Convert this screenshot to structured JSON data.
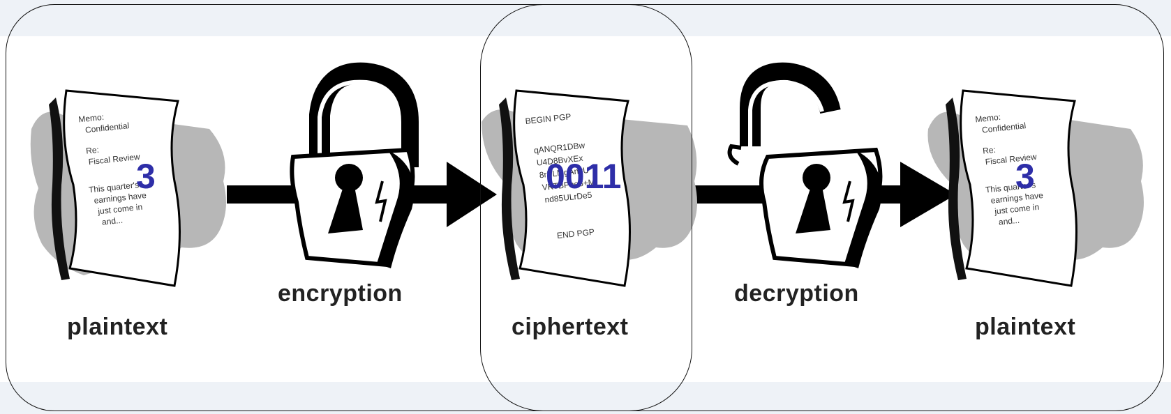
{
  "labels": {
    "plaintext_left": "plaintext",
    "encryption": "encryption",
    "ciphertext": "ciphertext",
    "decryption": "decryption",
    "plaintext_right": "plaintext"
  },
  "overlays": {
    "left_value": "3",
    "middle_value": "0011",
    "right_value": "3"
  },
  "plain_doc_lines": [
    "Memo:",
    "Confidential",
    "Re:",
    "Fiscal Review",
    "This quarter's",
    "earnings have",
    "just come in",
    "and..."
  ],
  "cipher_doc_lines": [
    "BEGIN PGP",
    "qANQR1DBw",
    "U4D8BvXEx",
    "8rPLMgAnyU",
    "VKTBPoe8+M",
    "nd85ULrDe5",
    "END PGP"
  ],
  "colors": {
    "overlay_number": "#2e2ea8",
    "background": "#eef2f7"
  }
}
